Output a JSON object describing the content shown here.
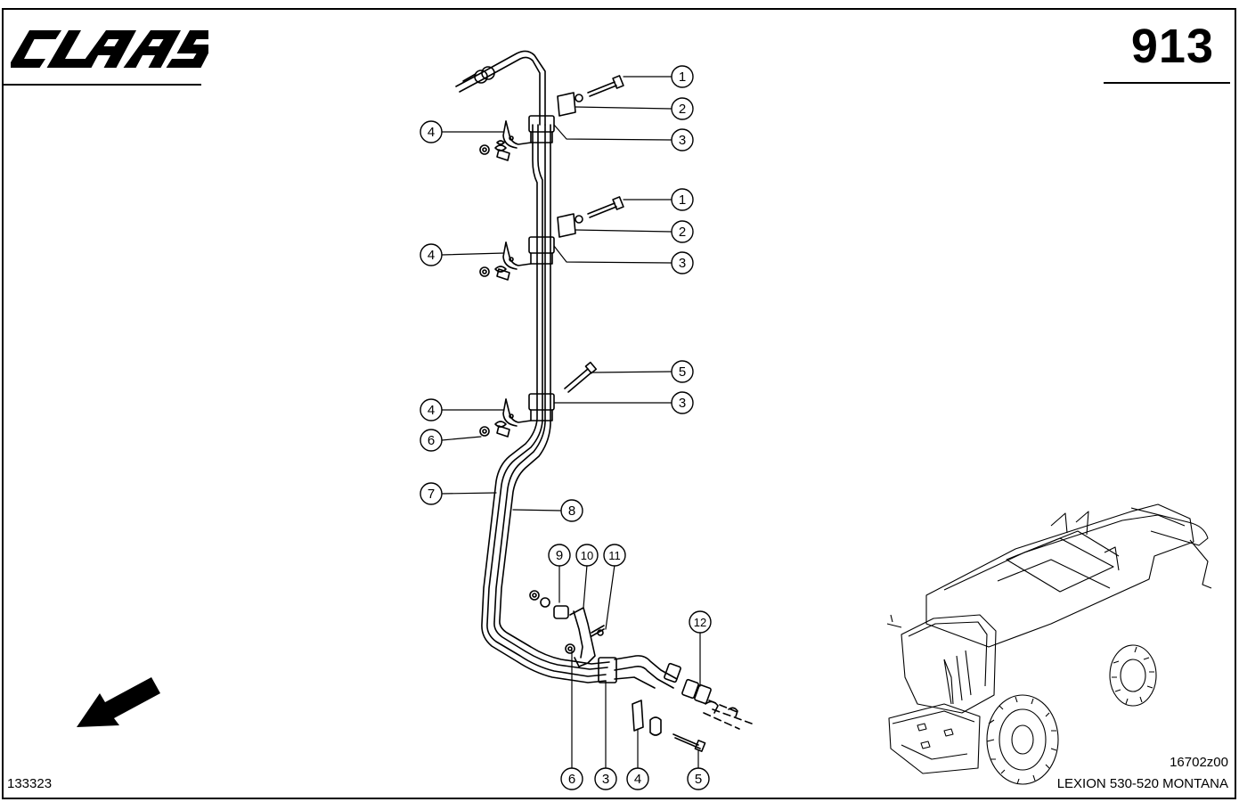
{
  "header": {
    "brand": "CLAAS",
    "sheet_number": "913"
  },
  "footer": {
    "document_id": "133323",
    "image_code": "16702z00",
    "model": "LEXION 530-520 MONTANA"
  },
  "callouts": [
    {
      "label": "1"
    },
    {
      "label": "2"
    },
    {
      "label": "3"
    },
    {
      "label": "4"
    },
    {
      "label": "1"
    },
    {
      "label": "2"
    },
    {
      "label": "3"
    },
    {
      "label": "4"
    },
    {
      "label": "5"
    },
    {
      "label": "3"
    },
    {
      "label": "4"
    },
    {
      "label": "6"
    },
    {
      "label": "7"
    },
    {
      "label": "8"
    },
    {
      "label": "9"
    },
    {
      "label": "10"
    },
    {
      "label": "11"
    },
    {
      "label": "12"
    },
    {
      "label": "6"
    },
    {
      "label": "3"
    },
    {
      "label": "4"
    },
    {
      "label": "5"
    }
  ],
  "colors": {
    "ink": "#000000",
    "paper": "#ffffff"
  },
  "icons": [
    "claas-logo",
    "direction-arrow-icon",
    "combine-harvester-icon"
  ]
}
